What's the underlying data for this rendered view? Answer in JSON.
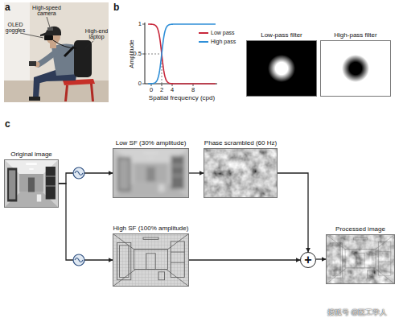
{
  "diagram": {
    "nodes": [
      {
        "text": [
          "Low-pass filter"
        ]
      },
      {
        "text": [
          "High-pass filter"
        ]
      },
      {
        "text": [
          "Original image"
        ]
      },
      {
        "text": [
          "Low SF (30% amplitude)"
        ]
      },
      {
        "text": [
          "Phase scrambled (60 Hz)"
        ]
      },
      {
        "text": [
          "High SF (100% amplitude)"
        ]
      },
      {
        "text": [
          "+"
        ]
      },
      {
        "text": [
          "Processed image"
        ]
      }
    ],
    "edges": [
      {
        "from": 2,
        "to": 3,
        "arrow": "to"
      },
      {
        "from": 2,
        "to": 5,
        "arrow": "to"
      },
      {
        "from": 3,
        "to": 4,
        "arrow": "to"
      },
      {
        "from": 4,
        "to": 6,
        "arrow": "to"
      },
      {
        "from": 5,
        "to": 6,
        "arrow": "to"
      },
      {
        "from": 6,
        "to": 7,
        "arrow": "to"
      }
    ],
    "labels": [
      "a",
      "High-speed camera",
      "OLED goggles",
      "High-end laptop",
      "b",
      "1",
      "0.5",
      "0",
      "0",
      "2",
      "4",
      "8",
      "Amplitude",
      "Spatial frequency (cpd)",
      "c",
      "搜狐号 @医工学人"
    ],
    "legend": [
      {
        "text": "Low pass",
        "color": "#c8283c"
      },
      {
        "text": "High pass",
        "color": "#2f8fd8"
      }
    ]
  }
}
